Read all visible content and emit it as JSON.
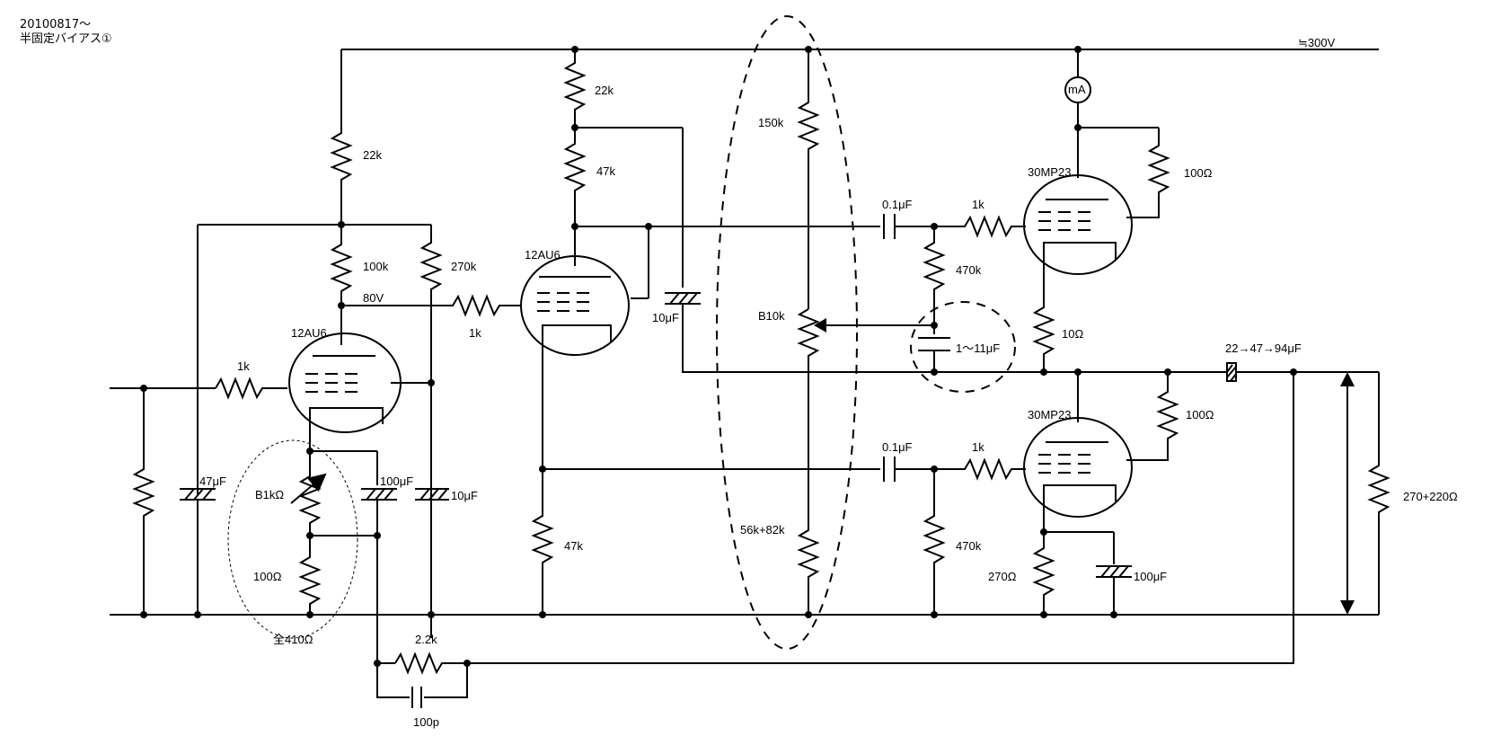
{
  "header": {
    "date": "20100817〜",
    "title": "半固定バイアス①"
  },
  "labels": {
    "supply": "≒300V",
    "meter": "mA",
    "r22k_a": "22k",
    "r100k": "100k",
    "r270k": "270k",
    "v80": "80V",
    "tube1": "12AU6",
    "r1k_in": "1k",
    "c47u": "47μF",
    "vr_b1k": "B1kΩ",
    "r100_k": "100Ω",
    "c100u_a": "100μF",
    "c10u_a": "10μF",
    "total": "全410Ω",
    "r2k2": "2.2k",
    "c100p": "100p",
    "r1k_mid": "1k",
    "tube2": "12AU6",
    "r22k_b": "22k",
    "r47k_a": "47k",
    "r47k_b": "47k",
    "c10u_b": "10μF",
    "r150k": "150k",
    "vr_b10k": "B10k",
    "r56k": "56k+82k",
    "c01_top": "0.1μF",
    "c01_bot": "0.1μF",
    "r470k_top": "470k",
    "r470k_bot": "470k",
    "c1_11": "1〜11μF",
    "r1k_top": "1k",
    "r1k_bot": "1k",
    "tube_top": "30MP23",
    "tube_bot": "30MP23",
    "r100_top": "100Ω",
    "r100_bot": "100Ω",
    "r10": "10Ω",
    "r270": "270Ω",
    "c100u_b": "100μF",
    "c_out": "22→47→94μF",
    "load": "270+220Ω"
  }
}
